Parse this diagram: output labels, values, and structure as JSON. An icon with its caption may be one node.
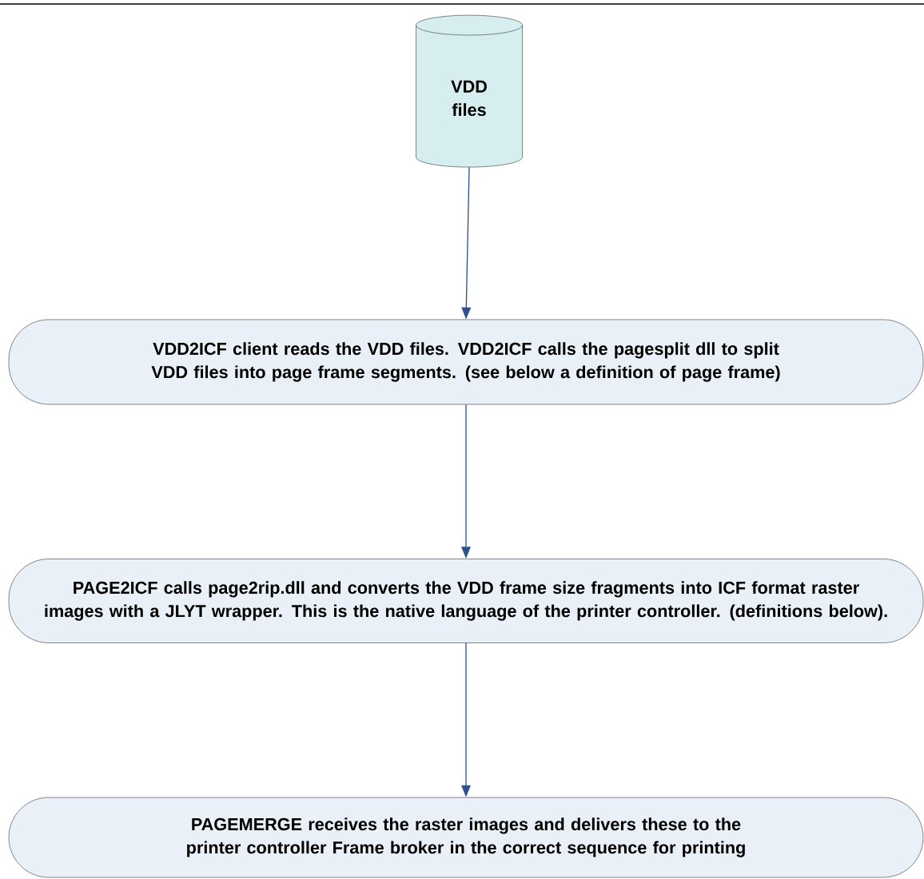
{
  "diagram": {
    "nodes": [
      {
        "text": [
          "VDD files"
        ]
      },
      {
        "text": [
          "VDD2ICF client reads the VDD files.  VDD2ICF calls the pagesplit dll to split VDD files into page frame segments.  (see below a definition of page frame)"
        ]
      },
      {
        "text": [
          "PAGE2ICF calls page2rip.dll and converts the VDD frame size fragments into ICF format raster images with a JLYT wrapper. This is the native language of the printer controller. (definitions below)."
        ]
      },
      {
        "text": [
          "PAGEMERGE receives the raster images and delivers these to the printer controller Frame broker in the correct sequence for printing"
        ]
      }
    ],
    "edges": [
      {
        "from": 0,
        "to": 1,
        "arrow": "to"
      },
      {
        "from": 1,
        "to": 2,
        "arrow": "to"
      },
      {
        "from": 2,
        "to": 3,
        "arrow": "to"
      }
    ]
  }
}
